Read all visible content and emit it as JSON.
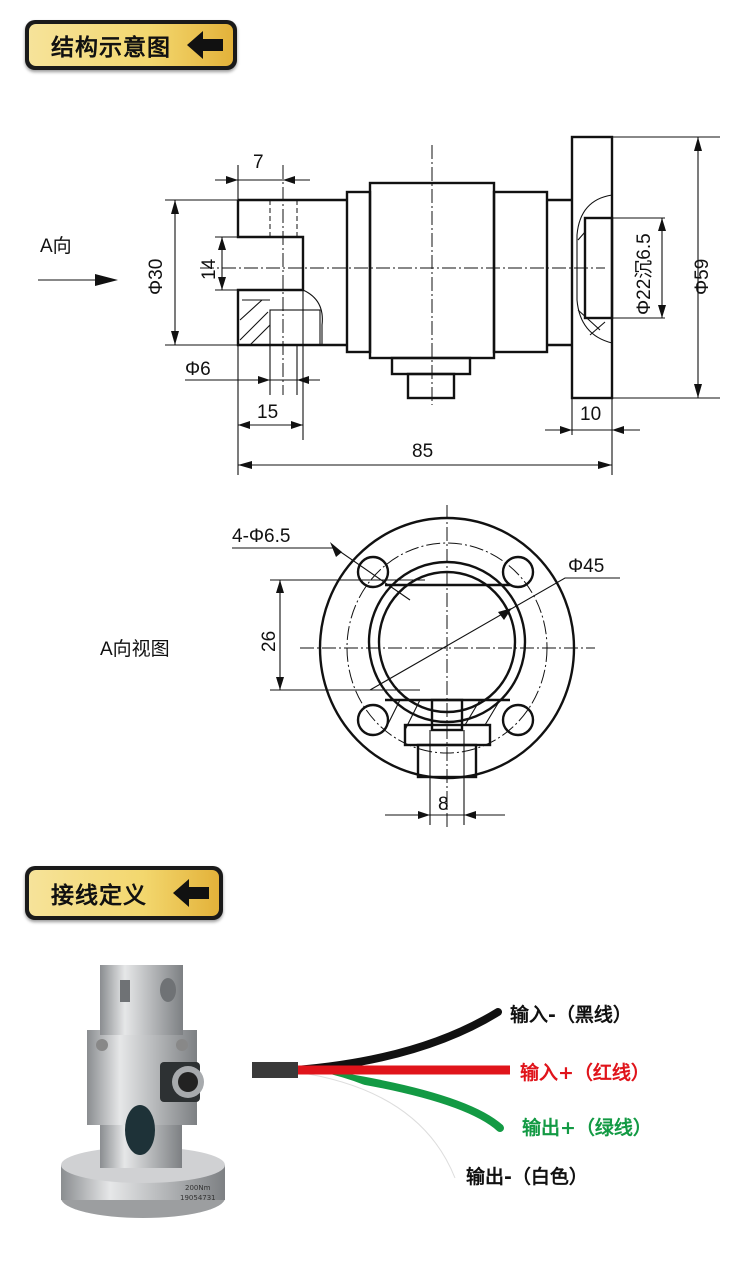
{
  "sections": [
    {
      "title": "结构示意图"
    },
    {
      "title": "接线定义"
    }
  ],
  "side_view": {
    "direction_label": "A向",
    "dims": {
      "d7": "7",
      "d30": "Φ30",
      "d14": "14",
      "d6": "Φ6",
      "d15": "15",
      "d85": "85",
      "d10": "10",
      "d59": "Φ59",
      "d22": "Φ22沉6.5"
    }
  },
  "a_view": {
    "title": "A向视图",
    "dims": {
      "holes": "4-Φ6.5",
      "d45": "Φ45",
      "d26": "26",
      "d8": "8"
    }
  },
  "product": {
    "engraving_line1": "200Nm",
    "engraving_line2": "19054731"
  },
  "wiring": [
    {
      "label": "输入-（黑线）",
      "color": "#111111"
    },
    {
      "label": "输入+（红线）",
      "color": "#e0141b"
    },
    {
      "label": "输出+（绿线）",
      "color": "#139a44"
    },
    {
      "label": "输出-（白色）",
      "color": "#111111"
    }
  ]
}
